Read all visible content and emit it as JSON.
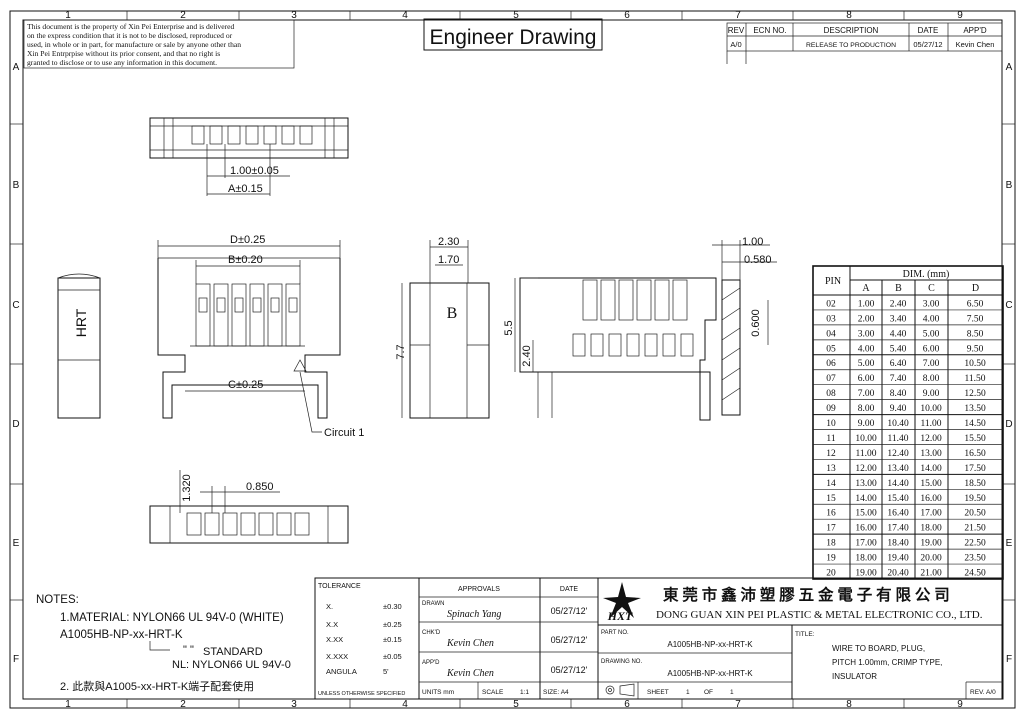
{
  "frame": {
    "columns": [
      "1",
      "2",
      "3",
      "4",
      "5",
      "6",
      "7",
      "8",
      "9"
    ],
    "rows": [
      "A",
      "B",
      "C",
      "D",
      "E",
      "F"
    ]
  },
  "disclaimer": [
    "This document is the property of Xin Pei Enterprise and is delivered",
    "on the express condition that it is not to be disclosed, reproduced or",
    "used, in whole or in part, for manufacture or sale by anyone other than",
    "Xin Pei Entrprpise without its prior consent, and that no right is",
    "granted to disclose or to use any information in this document."
  ],
  "header_title": "Engineer Drawing",
  "revision_block": {
    "headers": [
      "REV",
      "ECN NO.",
      "DESCRIPTION",
      "DATE",
      "APP'D"
    ],
    "row": [
      "A/0",
      "",
      "RELEASE TO PRODUCTION",
      "05/27/12",
      "Kevin Chen"
    ]
  },
  "views": {
    "top": {
      "dim1": "1.00±0.05",
      "dim2": "A±0.15"
    },
    "side_label": "HRT",
    "front": {
      "dim_d": "D±0.25",
      "dim_b": "B±0.20",
      "dim_c": "C±0.25",
      "circuit": "Circuit 1"
    },
    "end": {
      "dim1": "2.30",
      "dim2": "1.70",
      "letter": "B",
      "height": "7.7"
    },
    "section": {
      "dim1": "5.5",
      "dim2": "2.40"
    },
    "detail": {
      "dim1": "1.00",
      "dim2": "0.580",
      "dim3": "0.600"
    },
    "bottom": {
      "dim1": "1.320",
      "dim2": "0.850"
    }
  },
  "dim_table": {
    "title": "DIM. (mm)",
    "pin_header": "PIN",
    "columns": [
      "A",
      "B",
      "C",
      "D"
    ],
    "rows": [
      [
        "02",
        "1.00",
        "2.40",
        "3.00",
        "6.50"
      ],
      [
        "03",
        "2.00",
        "3.40",
        "4.00",
        "7.50"
      ],
      [
        "04",
        "3.00",
        "4.40",
        "5.00",
        "8.50"
      ],
      [
        "05",
        "4.00",
        "5.40",
        "6.00",
        "9.50"
      ],
      [
        "06",
        "5.00",
        "6.40",
        "7.00",
        "10.50"
      ],
      [
        "07",
        "6.00",
        "7.40",
        "8.00",
        "11.50"
      ],
      [
        "08",
        "7.00",
        "8.40",
        "9.00",
        "12.50"
      ],
      [
        "09",
        "8.00",
        "9.40",
        "10.00",
        "13.50"
      ],
      [
        "10",
        "9.00",
        "10.40",
        "11.00",
        "14.50"
      ],
      [
        "11",
        "10.00",
        "11.40",
        "12.00",
        "15.50"
      ],
      [
        "12",
        "11.00",
        "12.40",
        "13.00",
        "16.50"
      ],
      [
        "13",
        "12.00",
        "13.40",
        "14.00",
        "17.50"
      ],
      [
        "14",
        "13.00",
        "14.40",
        "15.00",
        "18.50"
      ],
      [
        "15",
        "14.00",
        "15.40",
        "16.00",
        "19.50"
      ],
      [
        "16",
        "15.00",
        "16.40",
        "17.00",
        "20.50"
      ],
      [
        "17",
        "16.00",
        "17.40",
        "18.00",
        "21.50"
      ],
      [
        "18",
        "17.00",
        "18.40",
        "19.00",
        "22.50"
      ],
      [
        "19",
        "18.00",
        "19.40",
        "20.00",
        "23.50"
      ],
      [
        "20",
        "19.00",
        "20.40",
        "21.00",
        "24.50"
      ]
    ]
  },
  "notes": {
    "title": "NOTES:",
    "line1": "1.MATERIAL: NYLON66 UL 94V-0 (WHITE)",
    "part_pattern": "A1005HB-NP-xx-HRT-K",
    "quote_mark": "\"   \"",
    "standard": "STANDARD",
    "nl": "NL: NYLON66 UL 94V-0",
    "line2": "2. 此款與A1005-xx-HRT-K端子配套使用"
  },
  "tolerance": {
    "title": "TOLERANCE",
    "rows": [
      [
        "X.",
        "±0.30"
      ],
      [
        "X.X",
        "±0.25"
      ],
      [
        "X.XX",
        "±0.15"
      ],
      [
        "X.XXX",
        "±0.05"
      ],
      [
        "ANGULA",
        "5'"
      ]
    ],
    "footer": "UNLESS OTHERWISE SPECIFIED"
  },
  "approvals": {
    "title": "APPROVALS",
    "date_header": "DATE",
    "rows": [
      {
        "role": "DRAWN",
        "name": "Spinach Yang",
        "date": "05/27/12'"
      },
      {
        "role": "CHK'D",
        "name": "Kevin Chen",
        "date": "05/27/12'"
      },
      {
        "role": "APP'D",
        "name": "Kevin Chen",
        "date": "05/27/12'"
      }
    ],
    "units_label": "UNITS mm",
    "scale_label": "SCALE",
    "scale_value": "1:1",
    "size_label": "SIZE: A4"
  },
  "company": {
    "logo_text": "HXT",
    "name_cn": "東 莞 市 鑫 沛 塑 膠 五 金 電 子 有 限 公 司",
    "name_en": "DONG GUAN XIN PEI PLASTIC & METAL ELECTRONIC CO., LTD."
  },
  "part": {
    "part_label": "PART NO.",
    "part_no": "A1005HB-NP-xx-HRT-K",
    "drawing_label": "DRAWING NO.",
    "drawing_no": "A1005HB-NP-xx-HRT-K",
    "sheet_label": "SHEET",
    "sheet": "1",
    "of_label": "OF",
    "of": "1"
  },
  "title_block": {
    "label": "TITLE:",
    "line1": "WIRE TO BOARD, PLUG,",
    "line2": "PITCH 1.00mm, CRIMP TYPE,",
    "line3": "INSULATOR"
  },
  "revision_footer": "REV. A/0"
}
